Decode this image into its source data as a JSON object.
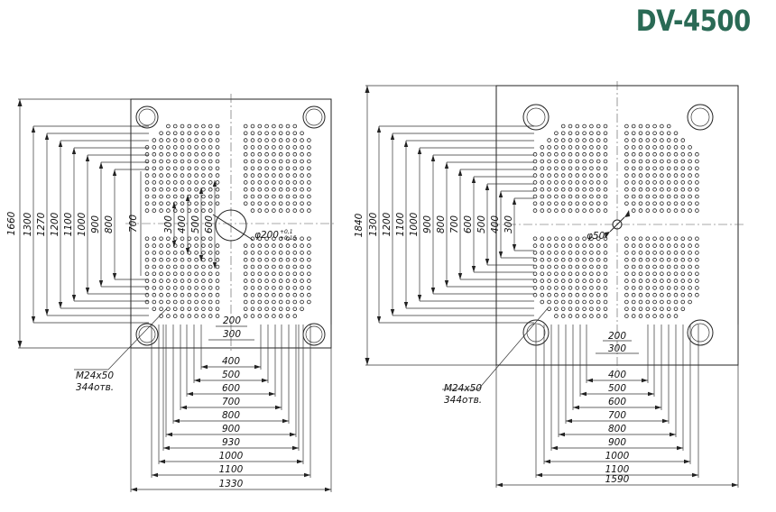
{
  "title": "DV-4500",
  "colors": {
    "title": "#2a6a55",
    "ink": "#222222"
  },
  "left_plate": {
    "name": "left-platen",
    "overall_height": "1660",
    "vertical_dims": [
      "1300",
      "1270",
      "1200",
      "1100",
      "1000",
      "900",
      "800"
    ],
    "inner_dim": "700",
    "center_vertical_dims": [
      "300",
      "400",
      "500",
      "600"
    ],
    "center_hole": "φ200",
    "center_hole_tol_upper": "+0,1",
    "center_hole_tol_lower": "+0,15",
    "bottom_inner_dims": [
      "200",
      "300"
    ],
    "horizontal_dims": [
      "400",
      "500",
      "600",
      "700",
      "800",
      "900",
      "930",
      "1000",
      "1100",
      "1330"
    ],
    "thread_label": "M24x50",
    "holes_label": "344отв."
  },
  "right_plate": {
    "name": "right-platen",
    "overall_height": "1840",
    "vertical_dims": [
      "1300",
      "1200",
      "1100",
      "1000",
      "900",
      "800",
      "700",
      "600",
      "500",
      "400",
      "300"
    ],
    "center_hole": "φ50",
    "bottom_inner_dims": [
      "200",
      "300"
    ],
    "horizontal_dims": [
      "400",
      "500",
      "600",
      "700",
      "800",
      "900",
      "1000",
      "1100",
      "1590"
    ],
    "thread_label": "M24x50",
    "holes_label": "344отв."
  }
}
